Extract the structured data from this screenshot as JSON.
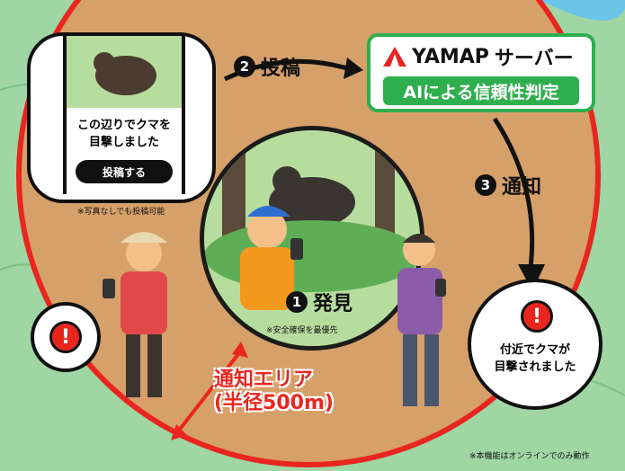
{
  "post_card": {
    "message_line1": "この辺りでクマを",
    "message_line2": "目撃しました",
    "post_button": "投稿する",
    "note": "※写真なしでも投稿可能"
  },
  "steps": {
    "step1": {
      "number": "1",
      "label": "発見",
      "note": "※安全確保を最優先"
    },
    "step2": {
      "number": "2",
      "label": "投稿"
    },
    "step3": {
      "number": "3",
      "label": "通知"
    }
  },
  "server": {
    "brand": "YAMAP",
    "title_suffix": "サーバー",
    "subtitle": "AIによる信頼性判定"
  },
  "alert": {
    "icon_glyph": "!",
    "message_line1": "付近でクマが",
    "message_line2": "目撃されました"
  },
  "area": {
    "label_line1": "通知エリア",
    "label_line2": "(半径500m)"
  },
  "footer_note": "※本機能はオンラインでのみ動作",
  "colors": {
    "red": "#e8261f",
    "green": "#2fae4e",
    "dark": "#111111",
    "sand": "#d6a06a"
  }
}
